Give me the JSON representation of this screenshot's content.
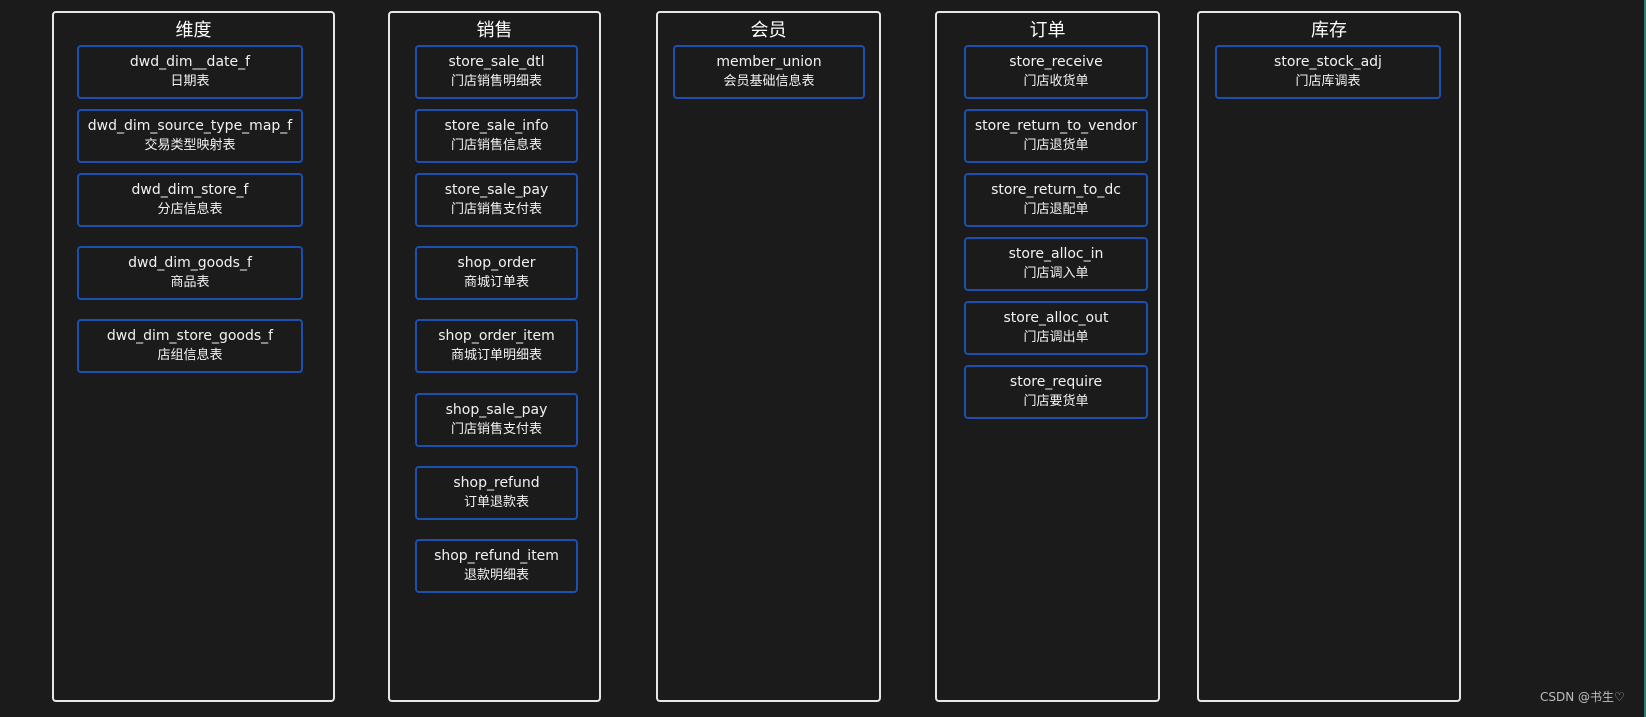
{
  "columns": [
    {
      "title": "维度",
      "cards": [
        {
          "name": "dwd_dim__date_f",
          "desc": "日期表"
        },
        {
          "name": "dwd_dim_source_type_map_f",
          "desc": "交易类型映射表"
        },
        {
          "name": "dwd_dim_store_f",
          "desc": "分店信息表"
        },
        {
          "name": "dwd_dim_goods_f",
          "desc": "商品表"
        },
        {
          "name": "dwd_dim_store_goods_f",
          "desc": "店组信息表"
        }
      ]
    },
    {
      "title": "销售",
      "cards": [
        {
          "name": "store_sale_dtl",
          "desc": "门店销售明细表"
        },
        {
          "name": "store_sale_info",
          "desc": "门店销售信息表"
        },
        {
          "name": "store_sale_pay",
          "desc": "门店销售支付表"
        },
        {
          "name": "shop_order",
          "desc": "商城订单表"
        },
        {
          "name": "shop_order_item",
          "desc": "商城订单明细表"
        },
        {
          "name": "shop_sale_pay",
          "desc": "门店销售支付表"
        },
        {
          "name": "shop_refund",
          "desc": "订单退款表"
        },
        {
          "name": "shop_refund_item",
          "desc": "退款明细表"
        }
      ]
    },
    {
      "title": "会员",
      "cards": [
        {
          "name": "member_union",
          "desc": "会员基础信息表"
        }
      ]
    },
    {
      "title": "订单",
      "cards": [
        {
          "name": "store_receive",
          "desc": "门店收货单"
        },
        {
          "name": "store_return_to_vendor",
          "desc": "门店退货单"
        },
        {
          "name": "store_return_to_dc",
          "desc": "门店退配单"
        },
        {
          "name": "store_alloc_in",
          "desc": "门店调入单"
        },
        {
          "name": "store_alloc_out",
          "desc": "门店调出单"
        },
        {
          "name": "store_require",
          "desc": "门店要货单"
        }
      ]
    },
    {
      "title": "库存",
      "cards": [
        {
          "name": "store_stock_adj",
          "desc": "门店库调表"
        }
      ]
    }
  ],
  "watermark": "CSDN @书生♡",
  "colors": {
    "background": "#1b1b1b",
    "column_border": "#e6e6e6",
    "card_border": "#1d4fb0",
    "text": "#ffffff"
  }
}
